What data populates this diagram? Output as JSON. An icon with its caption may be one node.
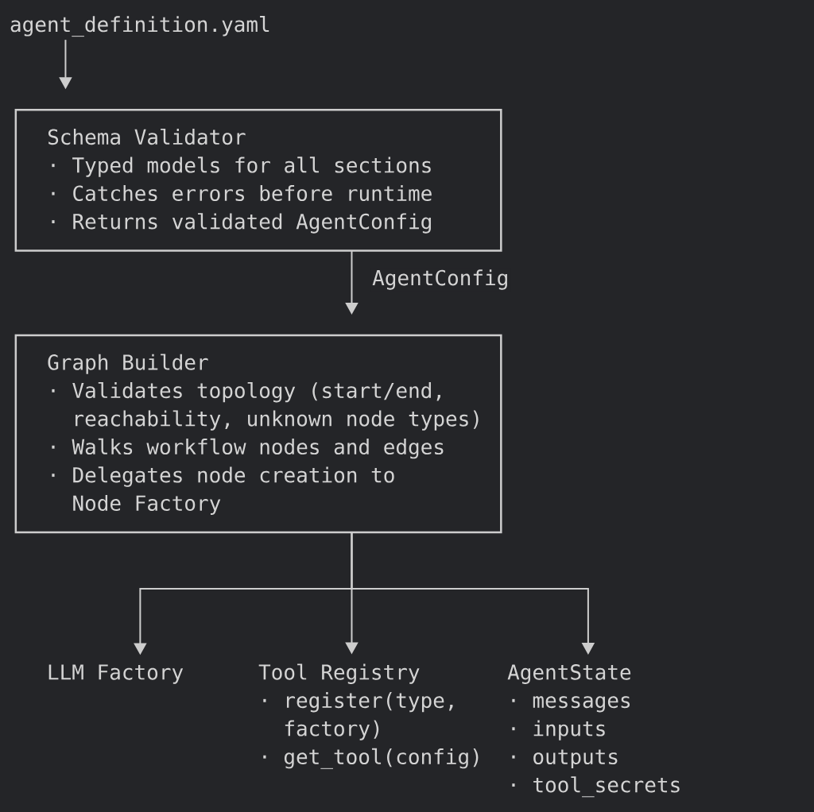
{
  "diagram": {
    "nodes": [
      {
        "text": [
          "agent_definition.yaml"
        ]
      },
      {
        "text": [
          "Schema Validator",
          "· Typed models for all sections",
          "· Catches errors before runtime",
          "· Returns validated AgentConfig"
        ]
      },
      {
        "text": [
          "Graph Builder",
          "· Validates topology (start/end, reachability, unknown node types)",
          "· Walks workflow nodes and edges",
          "· Delegates node creation to Node Factory"
        ]
      },
      {
        "text": [
          "LLM Factory"
        ]
      },
      {
        "text": [
          "Tool Registry",
          "· register(type, factory)",
          "· get_tool(config)"
        ]
      },
      {
        "text": [
          "AgentState",
          "· messages",
          "· inputs",
          "· outputs",
          "· tool_secrets"
        ]
      }
    ],
    "edges": [
      {
        "from": 0,
        "to": 1,
        "arrow": "to"
      },
      {
        "from": 1,
        "to": 2,
        "arrow": "to",
        "label": "AgentConfig"
      },
      {
        "from": 2,
        "to": 3,
        "arrow": "to"
      },
      {
        "from": 2,
        "to": 4,
        "arrow": "to"
      },
      {
        "from": 2,
        "to": 5,
        "arrow": "to"
      }
    ]
  }
}
